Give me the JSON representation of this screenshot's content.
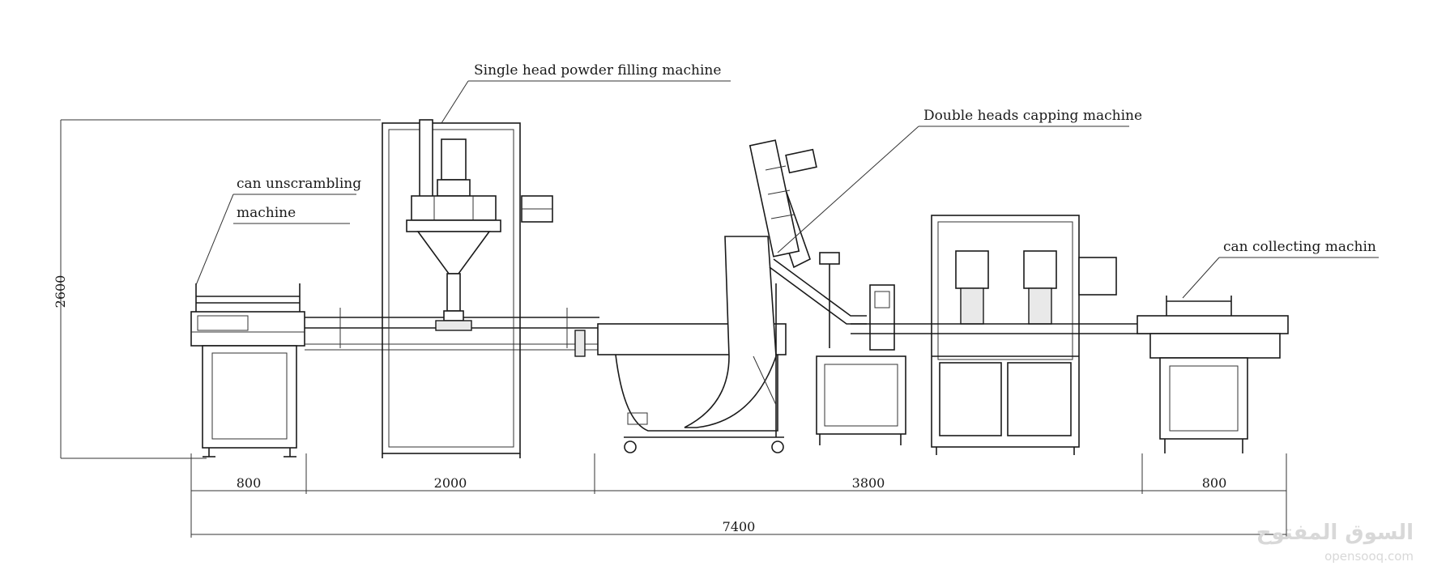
{
  "labels": {
    "filler": "Single head powder filling machine",
    "capper": "Double heads capping machine",
    "unscrambler_line1": "can unscrambling",
    "unscrambler_line2": "machine",
    "collector": "can collecting machin"
  },
  "dimensions": {
    "height": "2600",
    "seg1": "800",
    "seg2": "2000",
    "seg3": "3800",
    "seg4": "800",
    "total": "7400"
  },
  "watermark": {
    "arabic": "السوق المفتوح",
    "latin": "opensooq.com"
  }
}
